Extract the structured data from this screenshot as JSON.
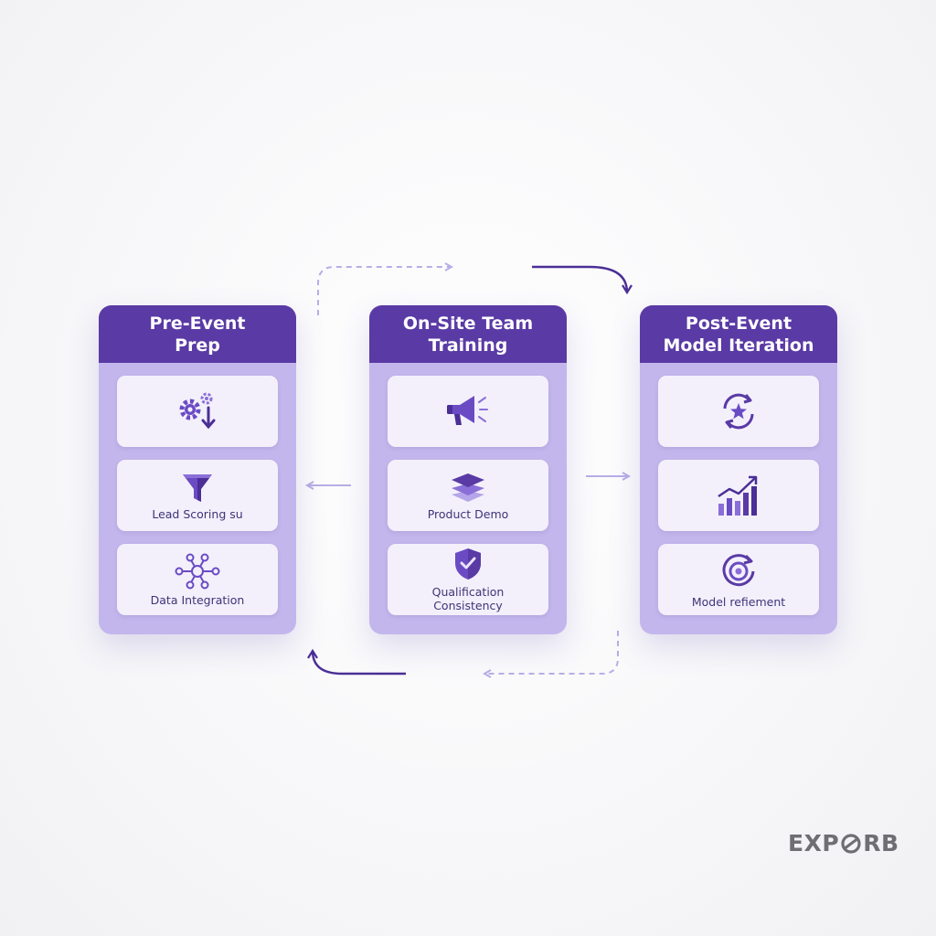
{
  "columns": [
    {
      "title": "Pre-Event\nPrep",
      "cards": [
        {
          "icon": "gear-download-icon",
          "label": ""
        },
        {
          "icon": "funnel-icon",
          "label": "Lead Scoring su"
        },
        {
          "icon": "network-nodes-icon",
          "label": "Data Integration"
        }
      ]
    },
    {
      "title": "On-Site Team\nTraining",
      "cards": [
        {
          "icon": "megaphone-icon",
          "label": ""
        },
        {
          "icon": "layers-icon",
          "label": "Product Demo"
        },
        {
          "icon": "shield-check-icon",
          "label": "Qualification\nConsistency"
        }
      ]
    },
    {
      "title": "Post-Event\nModel Iteration",
      "cards": [
        {
          "icon": "refresh-star-icon",
          "label": ""
        },
        {
          "icon": "bar-chart-growth-icon",
          "label": ""
        },
        {
          "icon": "target-refresh-icon",
          "label": "Model refiement"
        }
      ]
    }
  ],
  "brand": {
    "prefix": "EXP",
    "suffix": "RB"
  },
  "colors": {
    "header": "#5a3aa5",
    "column_body": "#c3b6ec",
    "card": "#f3f0fb",
    "icon": "#6a4bc4",
    "arrow_dark": "#4b2e96",
    "arrow_light": "#b8aee6"
  }
}
